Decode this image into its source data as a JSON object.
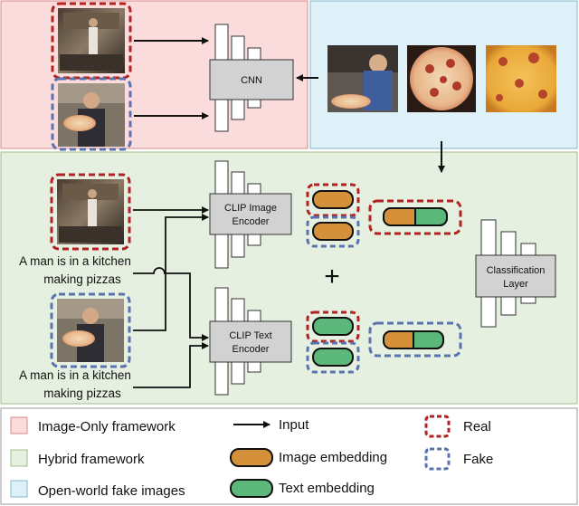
{
  "blocks": {
    "cnn": "CNN",
    "clip_image": [
      "CLIP Image",
      "Encoder"
    ],
    "clip_text": [
      "CLIP Text",
      "Encoder"
    ],
    "classification": [
      "Classification",
      "Layer"
    ]
  },
  "captions": {
    "top": [
      "A man is in a kitchen",
      "making pizzas"
    ],
    "bottom": [
      "A man is in a kitchen",
      "making pizzas"
    ]
  },
  "plus_sign": "+",
  "legend": {
    "image_only": "Image-Only framework",
    "hybrid": "Hybrid framework",
    "open_world": "Open-world fake images",
    "input": "Input",
    "image_embedding": "Image embedding",
    "text_embedding": "Text embedding",
    "real": "Real",
    "fake": "Fake"
  },
  "colors": {
    "image_only_bg": "#fadcdc",
    "hybrid_bg": "#e6f0e0",
    "open_world_bg": "#dff1f8",
    "real_dash": "#b22222",
    "fake_dash": "#5a73b0",
    "image_embedding": "#d4913a",
    "text_embedding": "#5cb87a",
    "block_gray": "#d2d2d2"
  }
}
